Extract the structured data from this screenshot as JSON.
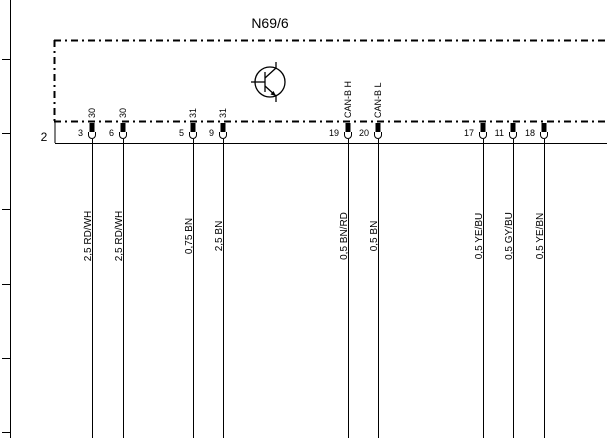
{
  "component": {
    "label": "N69/6",
    "row_number": "2",
    "symbol": "transistor-icon"
  },
  "pins": [
    {
      "pin": "3",
      "terminal": "30"
    },
    {
      "pin": "6",
      "terminal": "30"
    },
    {
      "pin": "5",
      "terminal": "31"
    },
    {
      "pin": "9",
      "terminal": "31"
    },
    {
      "pin": "19",
      "terminal": "CAN-B H"
    },
    {
      "pin": "20",
      "terminal": "CAN-B L"
    },
    {
      "pin": "17",
      "terminal": ""
    },
    {
      "pin": "11",
      "terminal": ""
    },
    {
      "pin": "18",
      "terminal": ""
    }
  ],
  "wires": [
    {
      "pin": "3",
      "spec": "2,5 RD/WH"
    },
    {
      "pin": "6",
      "spec": "2,5 RD/WH"
    },
    {
      "pin": "5",
      "spec": "0,75 BN"
    },
    {
      "pin": "9",
      "spec": "2,5 BN"
    },
    {
      "pin": "19",
      "spec": "0,5 BN/RD"
    },
    {
      "pin": "20",
      "spec": "0,5 BN"
    },
    {
      "pin": "17",
      "spec": "0,5 YE/BU"
    },
    {
      "pin": "11",
      "spec": "0,5 GY/BU"
    },
    {
      "pin": "18",
      "spec": "0,5 YE/BN"
    }
  ]
}
